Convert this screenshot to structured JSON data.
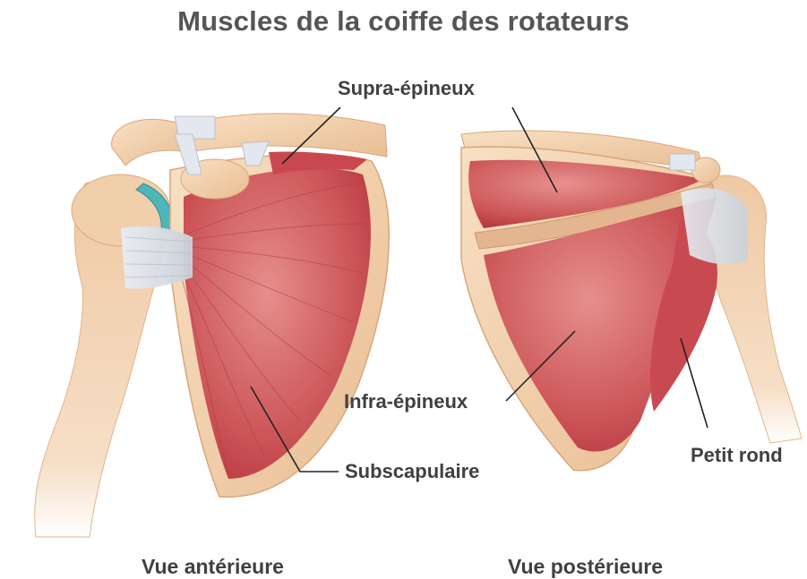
{
  "title": "Muscles de la coiffe des rotateurs",
  "labels": {
    "supra": "Supra-épineux",
    "infra": "Infra-épineux",
    "subscap": "Subscapulaire",
    "petit_rond": "Petit rond"
  },
  "views": {
    "anterior": "Vue antérieure",
    "posterior": "Vue postérieure"
  },
  "colors": {
    "muscle": "#c8494f",
    "muscle_light": "#e08a88",
    "bone": "#f3d2b0",
    "bone_edge": "#d9a67a",
    "tendon": "#dfe4ea",
    "cartilage": "#4fb6b8",
    "text": "#404040"
  }
}
